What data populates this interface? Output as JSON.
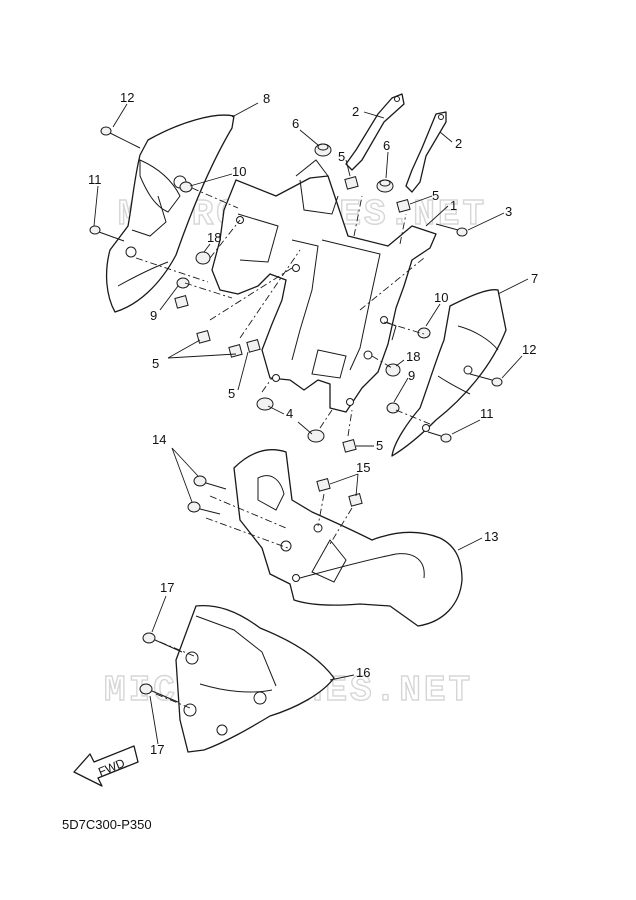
{
  "diagram_code": "5D7C300-P350",
  "fwd_label": "FWD",
  "watermark": "MICROFICHES.NET",
  "callouts": {
    "c1": "1",
    "c2a": "2",
    "c2b": "2",
    "c3": "3",
    "c4": "4",
    "c5a": "5",
    "c5b": "5",
    "c5c": "5",
    "c5d": "5",
    "c5e": "5",
    "c6a": "6",
    "c6b": "6",
    "c7": "7",
    "c8": "8",
    "c9a": "9",
    "c9b": "9",
    "c10a": "10",
    "c10b": "10",
    "c11a": "11",
    "c11b": "11",
    "c12a": "12",
    "c12b": "12",
    "c13": "13",
    "c14": "14",
    "c15": "15",
    "c16": "16",
    "c17a": "17",
    "c17b": "17",
    "c18a": "18",
    "c18b": "18"
  }
}
